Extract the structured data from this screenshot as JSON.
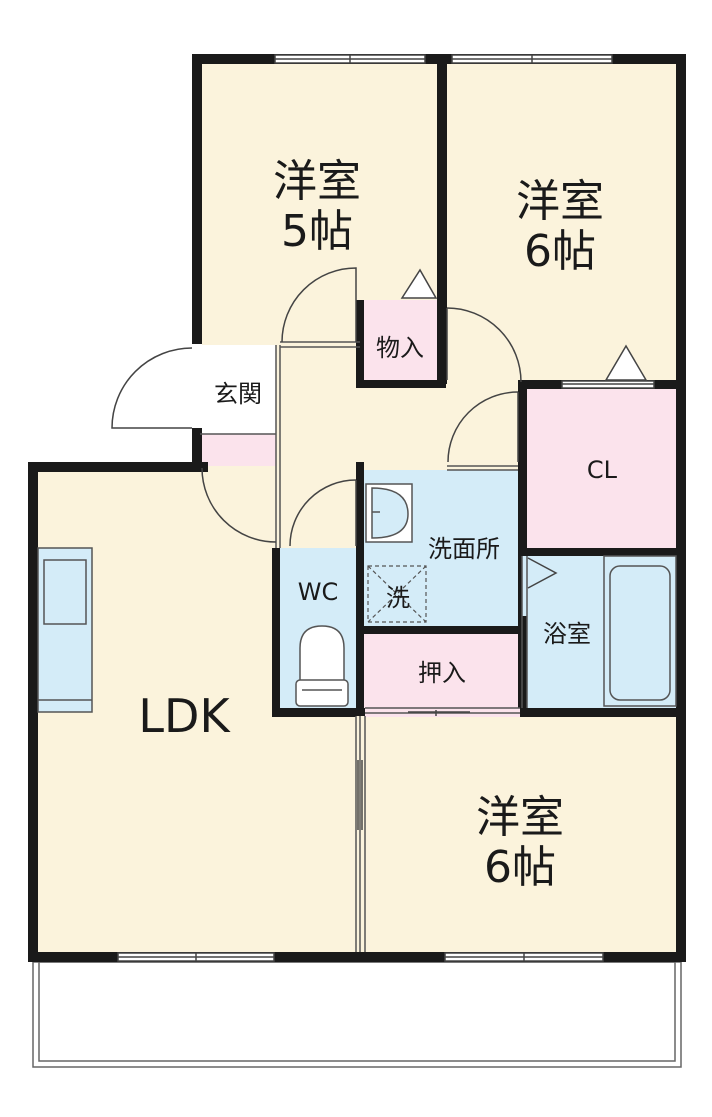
{
  "colors": {
    "wall": "#1a1a1a",
    "floor": "#fbf3dc",
    "pink": "#fbe3ec",
    "blue": "#d4ecf8",
    "white": "#ffffff"
  },
  "rooms": {
    "western_north_left": {
      "name": "洋室",
      "size": "5帖"
    },
    "western_north_right": {
      "name": "洋室",
      "size": "6帖"
    },
    "western_south": {
      "name": "洋室",
      "size": "6帖"
    },
    "ldk": {
      "name": "LDK"
    },
    "storage": {
      "name": "物入"
    },
    "entrance": {
      "name": "玄関"
    },
    "closet": {
      "name": "CL"
    },
    "washroom": {
      "name": "洗面所"
    },
    "washer": {
      "name": "洗"
    },
    "toilet": {
      "name": "WC"
    },
    "bath": {
      "name": "浴室"
    },
    "oshiire": {
      "name": "押入"
    }
  },
  "icons": [
    "door-swing-icon",
    "sliding-window-icon",
    "kitchen-counter-icon",
    "sink-icon",
    "toilet-icon",
    "bathtub-icon",
    "washer-space-icon"
  ]
}
